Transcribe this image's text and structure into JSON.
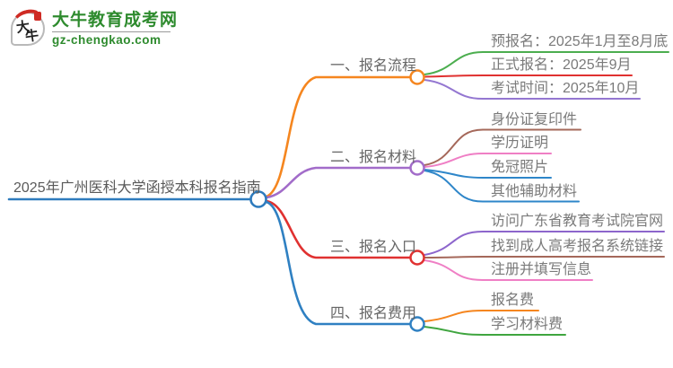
{
  "logo": {
    "icon_char1": "大",
    "icon_char2": "牛",
    "title": "大牛教育成考网",
    "subtitle": "gz-chengkao.com",
    "brand_color": "#2e8b2e",
    "accent_color": "#cf2b24"
  },
  "mindmap": {
    "root": {
      "label": "2025年广州医科大学函授本科报名指南",
      "color": "#2e7bbd"
    },
    "branches": [
      {
        "label": "一、报名流程",
        "color": "#f5861f",
        "children": [
          {
            "label": "预报名：2025年1月至8月底",
            "color": "#4cae4f"
          },
          {
            "label": "正式报名：2025年9月",
            "color": "#e03130"
          },
          {
            "label": "考试时间：2025年10月",
            "color": "#9477d1"
          }
        ]
      },
      {
        "label": "二、报名材料",
        "color": "#a26cc9",
        "children": [
          {
            "label": "身份证复印件",
            "color": "#a5685a"
          },
          {
            "label": "学历证明",
            "color": "#ef7fc5"
          },
          {
            "label": "免冠照片",
            "color": "#2e86c9"
          },
          {
            "label": "其他辅助材料",
            "color": "#2e86c9"
          }
        ]
      },
      {
        "label": "三、报名入口",
        "color": "#e03130",
        "children": [
          {
            "label": "访问广东省教育考试院官网",
            "color": "#8d66cc"
          },
          {
            "label": "找到成人高考报名系统链接",
            "color": "#a5685a"
          },
          {
            "label": "注册并填写信息",
            "color": "#ef7fc5"
          }
        ]
      },
      {
        "label": "四、报名费用",
        "color": "#2f80c2",
        "children": [
          {
            "label": "报名费",
            "color": "#f5861f"
          },
          {
            "label": "学习材料费",
            "color": "#3fa53f"
          }
        ]
      }
    ]
  }
}
